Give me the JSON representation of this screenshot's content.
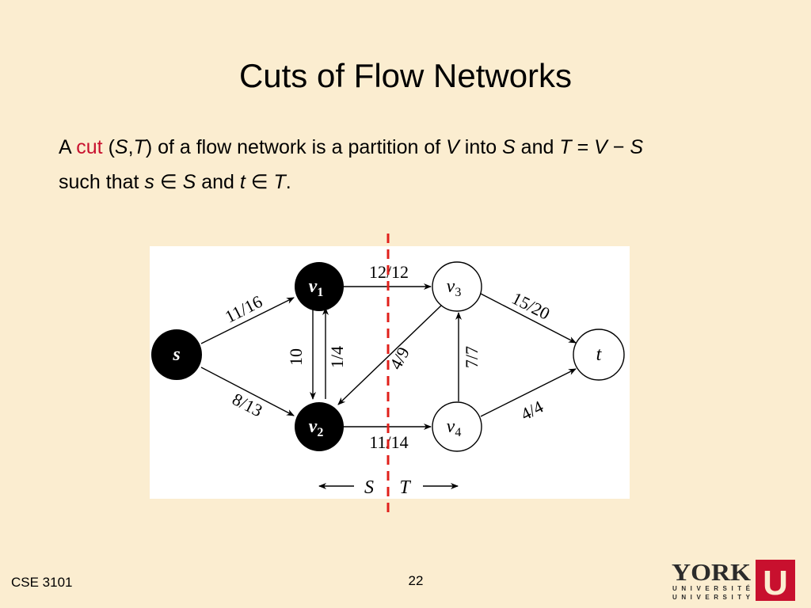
{
  "slide": {
    "title": "Cuts of Flow Networks",
    "line1": {
      "a": "A",
      "cut": "cut",
      "open": "(",
      "S": "S",
      "comma": ",",
      "T": "T",
      "close": ")",
      "text1": " of a flow network is a partition of ",
      "V": "V",
      "into": " into ",
      "S2": "S",
      "and": " and ",
      "T2": "T",
      "eq": " = ",
      "V2": "V",
      "minus": " − ",
      "S3": "S"
    },
    "line2": {
      "such": "such that ",
      "s": "s",
      "in1": " ∈ ",
      "S": "S",
      "and": " and ",
      "t": "t",
      "in2": " ∈ ",
      "T": "T",
      "dot": "."
    },
    "footer_left": "CSE 3101",
    "page_number": "22",
    "logo": {
      "text_main": "YORK",
      "sub1": "UNIVERSITÉ",
      "sub2": "UNIVERSITY",
      "mark": "U"
    }
  },
  "diagram": {
    "nodes": [
      {
        "id": "s",
        "label": "s",
        "fill": "black"
      },
      {
        "id": "v1",
        "label": "v",
        "sub": "1",
        "fill": "black"
      },
      {
        "id": "v2",
        "label": "v",
        "sub": "2",
        "fill": "black"
      },
      {
        "id": "v3",
        "label": "v",
        "sub": "3",
        "fill": "white"
      },
      {
        "id": "v4",
        "label": "v",
        "sub": "4",
        "fill": "white"
      },
      {
        "id": "t",
        "label": "t",
        "fill": "white"
      }
    ],
    "edges": [
      {
        "from": "s",
        "to": "v1",
        "label": "11/16"
      },
      {
        "from": "s",
        "to": "v2",
        "label": "8/13"
      },
      {
        "from": "v1",
        "to": "v2",
        "label": "10"
      },
      {
        "from": "v2",
        "to": "v1",
        "label": "1/4"
      },
      {
        "from": "v1",
        "to": "v3",
        "label": "12/12"
      },
      {
        "from": "v3",
        "to": "v2",
        "label": "4/9"
      },
      {
        "from": "v2",
        "to": "v4",
        "label": "11/14"
      },
      {
        "from": "v4",
        "to": "v3",
        "label": "7/7"
      },
      {
        "from": "v3",
        "to": "t",
        "label": "15/20"
      },
      {
        "from": "v4",
        "to": "t",
        "label": "4/4"
      }
    ],
    "side_labels": {
      "S": "S",
      "T": "T"
    },
    "cut_color": "#e0201b"
  },
  "colors": {
    "background": "#fbedd0",
    "accent_red": "#c8102e"
  }
}
